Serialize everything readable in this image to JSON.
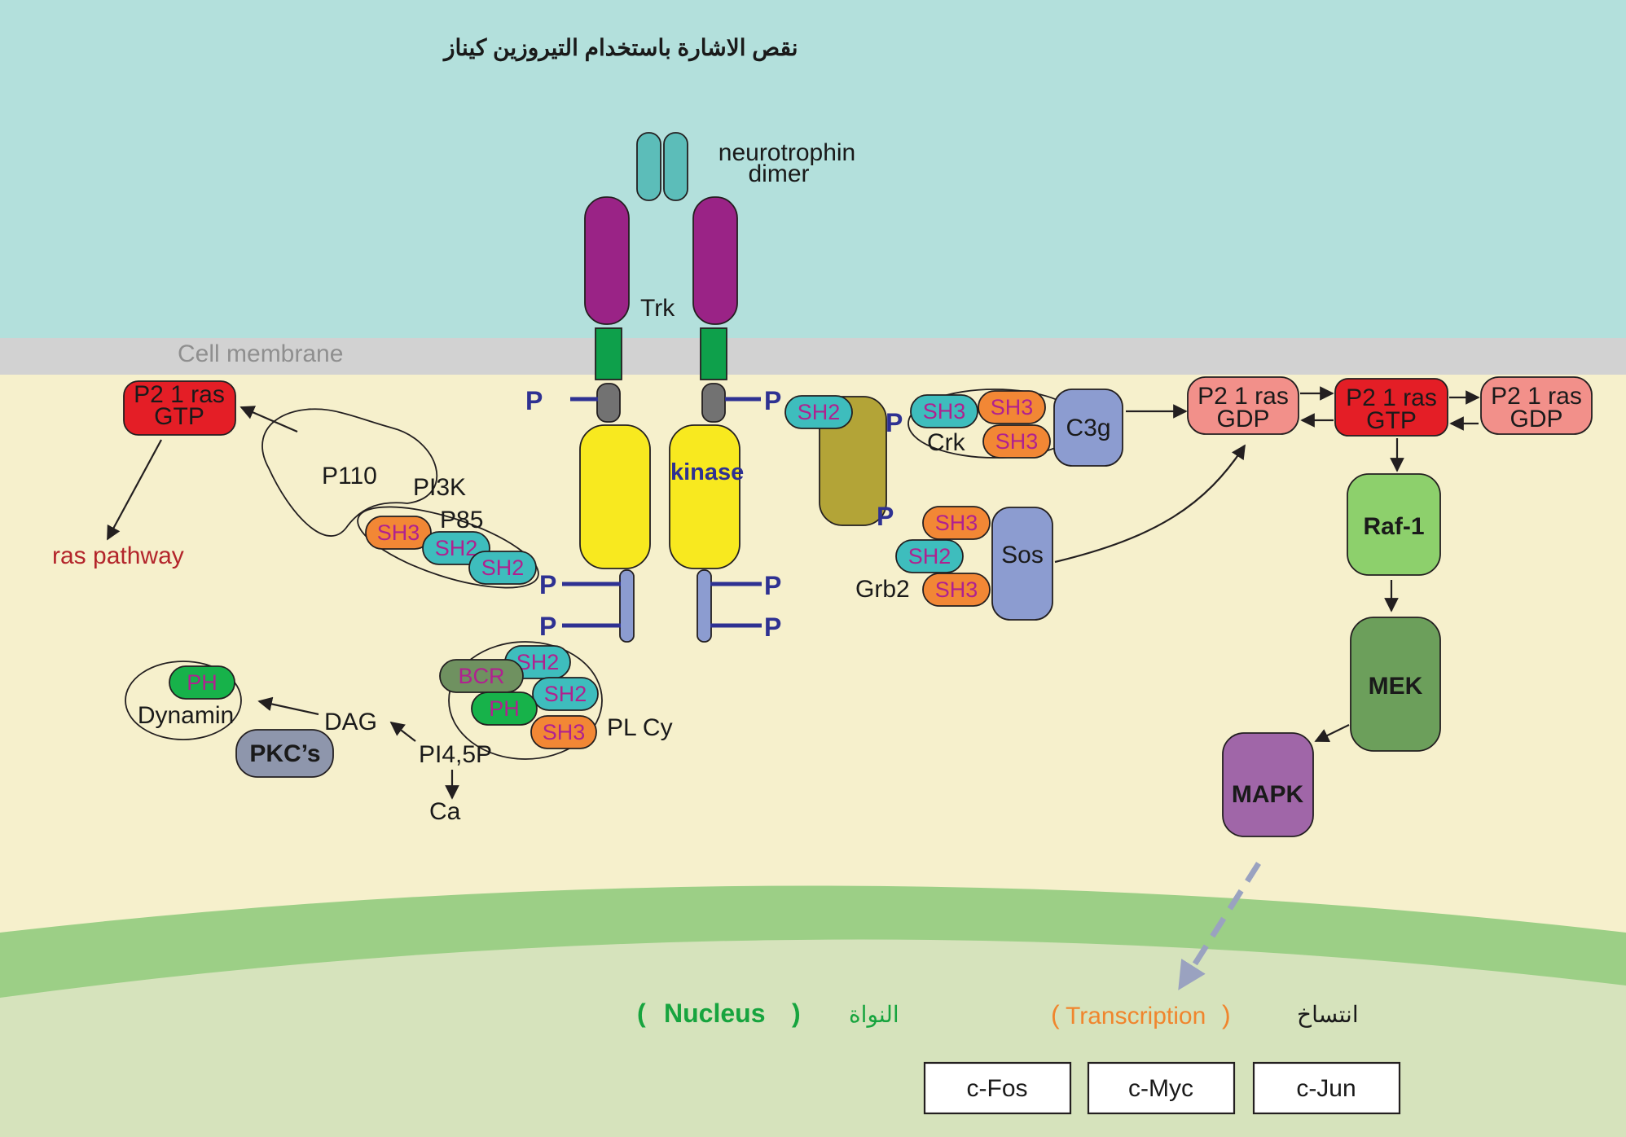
{
  "title": "نقص الاشارة باستخدام التيروزين كيناز",
  "labels": {
    "ligand": "neurotrophin",
    "ligand2": "dimer",
    "receptor": "Trk",
    "membrane": "Cell membrane",
    "kinase": "kinase",
    "p": "P",
    "p110": "P110",
    "pi3k": "PI3K",
    "p85": "P85",
    "sh3": "SH3",
    "sh2": "SH2",
    "ras_gtp_top": "P2 1 ras",
    "gtp": "GTP",
    "gdp": "GDP",
    "ras_pathway": "ras pathway",
    "crk": "Crk",
    "c3g": "C3g",
    "grb2": "Grb2",
    "sos": "Sos",
    "bcr": "BCR",
    "ph": "PH",
    "plcy": "PL Cy",
    "dynamin": "Dynamin",
    "dag": "DAG",
    "pkcs": "PKC’s",
    "pi45p": "PI4,5P",
    "ca": "Ca",
    "raf1": "Raf-1",
    "mek": "MEK",
    "mapk": "MAPK"
  },
  "nucleus": {
    "arabic": "النواة",
    "paren_open": "(",
    "paren_close": ")",
    "english": "Nucleus"
  },
  "transcription": {
    "arabic": "انتساخ",
    "paren_open": "(",
    "paren_close": ")",
    "english": "Transcription"
  },
  "genes": [
    "c-Fos",
    "c-Myc",
    "c-Jun"
  ],
  "colors": {
    "extracellular": "#b3e0dc",
    "membrane": "#d2d2d2",
    "cytoplasm": "#f6f0cc",
    "nuclear_envelope": "#9ccf86",
    "nucleus": "#d6e3bc",
    "neurotrophin": "#5cbdb9",
    "trk_ext": "#9a2386",
    "tm": "#0ea04b",
    "receptor_kinase": "#f8e91f",
    "p_color": "#2e3192",
    "sh2": "#3ebdbd",
    "sh3": "#f28735",
    "sh_text": "#b0218f",
    "ras_gtp": "#e41e26",
    "ras_gdp": "#f2908a",
    "olive": "#b3a437",
    "periwinkle": "#8c9cd0",
    "raf": "#8dd06c",
    "mek": "#6c9f5b",
    "mapk": "#a066a8",
    "pkc": "#8e96ac",
    "bcr": "#6f9160",
    "ph": "#17b24a",
    "ras_pathway_text": "#b3252b",
    "nucleus_text": "#17a43e",
    "transcription_text": "#f0852d"
  }
}
